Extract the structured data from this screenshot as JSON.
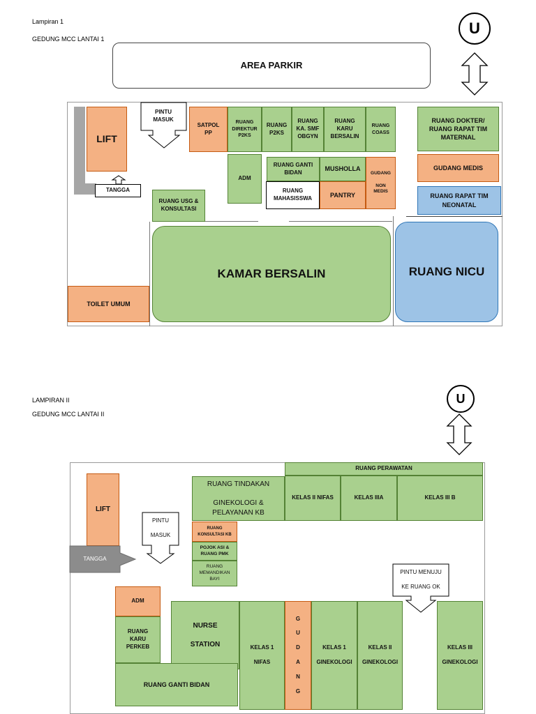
{
  "colors": {
    "green": "#a9d08e",
    "orange": "#f4b183",
    "blue": "#9dc3e6",
    "gray": "#a6a6a6"
  },
  "floor1": {
    "caption1": "Lampiran 1",
    "caption2": "GEDUNG MCC LANTAI 1",
    "north": "U",
    "area_parkir": "AREA PARKIR",
    "pintu_masuk": "PINTU\nMASUK",
    "lift": "LIFT",
    "tangga": "TANGGA",
    "satpol": "SATPOL\nPP",
    "ruang_direktur": "RUANG\nDIREKTUR\nP2KS",
    "ruang_p2ks": "RUANG\nP2KS",
    "ruang_ka_smf": "RUANG\nKA. SMF\nOBGYN",
    "ruang_karu": "RUANG\nKARU\nBERSALIN",
    "ruang_coass": "RUANG\nCOASS",
    "ruang_dokter": "RUANG DOKTER/\nRUANG RAPAT TIM\nMATERNAL",
    "gudang_medis": "GUDANG MEDIS",
    "ruang_rapat_neonatal": "RUANG RAPAT TIM\nNEONATAL",
    "adm": "ADM",
    "ruang_ganti_bidan": "RUANG GANTI\nBIDAN",
    "musholla": "MUSHOLLA",
    "gudang_non_medis": "GUDANG\n\nNON\nMEDIS",
    "ruang_mahasiswa": "RUANG\nMAHASISSWA",
    "pantry": "PANTRY",
    "ruang_usg": "RUANG USG &\nKONSULTASI",
    "kamar_bersalin": "KAMAR BERSALIN",
    "ruang_nicu": "RUANG NICU",
    "toilet_umum": "TOILET UMUM"
  },
  "floor2": {
    "caption1": "LAMPIRAN II",
    "caption2": "GEDUNG MCC LANTAI II",
    "north": "U",
    "lift": "LIFT",
    "tangga": "TANGGA",
    "pintu_masuk": "PINTU\n\nMASUK",
    "ruang_tindakan": "RUANG TINDAKAN\n\nGINEKOLOGI &\nPELAYANAN KB",
    "ruang_perawatan": "RUANG PERAWATAN",
    "kelas_ii_nifas": "KELAS II NIFAS",
    "kelas_iiia": "KELAS IIIA",
    "kelas_iii_b": "KELAS III B",
    "ruang_konsultasi_kb": "RUANG\nKONSULTASI  KB",
    "pojok_asi": "POJOK ASI &\nRUANG PMK",
    "ruang_memandikan": "RUANG\nMEMANDIKAN\nBAYI",
    "pintu_menuju_ok": "PINTU MENUJU\n\nKE RUANG OK",
    "adm": "ADM",
    "ruang_karu_perkeb": "RUANG\nKARU\nPERKEB",
    "nurse_station": "NURSE\n\nSTATION",
    "kelas1_nifas": "KELAS 1\n\nNIFAS",
    "gudang_letters": [
      "G",
      "U",
      "D",
      "A",
      "N",
      "G"
    ],
    "kelas1_ginekologi": "KELAS 1\n\nGINEKOLOGI",
    "kelas2_ginekologi": "KELAS II\n\nGINEKOLOGI",
    "kelas3_ginekologi": "KELAS III\n\nGINEKOLOGI",
    "ruang_ganti_bidan": "RUANG GANTI BIDAN"
  }
}
